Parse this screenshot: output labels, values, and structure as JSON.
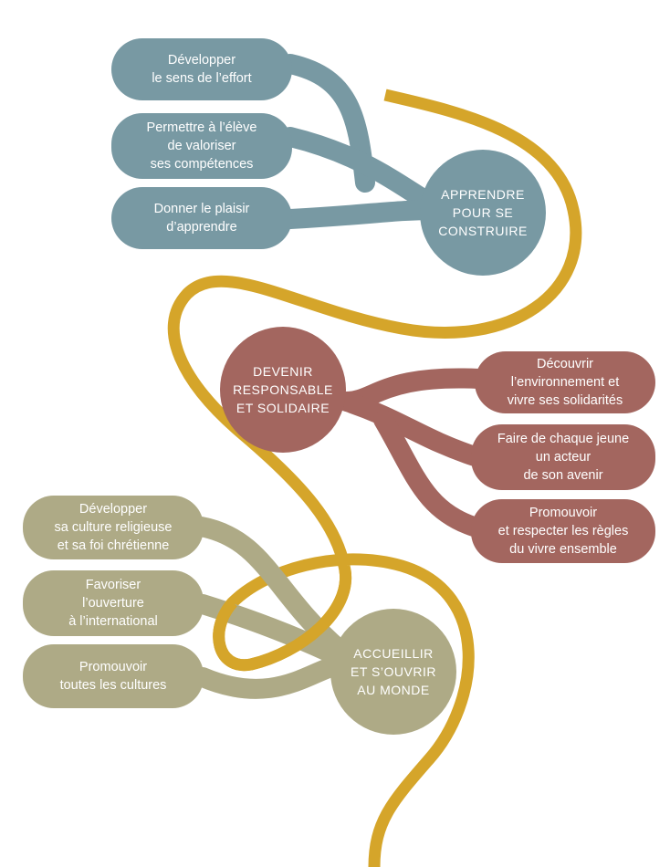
{
  "colors": {
    "ribbon": "#d5a52a",
    "blue": "#7899a3",
    "red": "#a3665f",
    "olive": "#aeaa86"
  },
  "groups": [
    {
      "id": "apprendre",
      "hub": "APPRENDRE\nPOUR SE\nCONSTRUIRE",
      "items": [
        "Développer\nle sens de l’effort",
        "Permettre à l’élève\nde valoriser\nses compétences",
        "Donner le plaisir\nd’apprendre"
      ]
    },
    {
      "id": "devenir",
      "hub": "DEVENIR\nRESPONSABLE\nET SOLIDAIRE",
      "items": [
        "Découvrir\nl’environnement et\nvivre ses solidarités",
        "Faire de chaque jeune\nun acteur\nde son avenir",
        "Promouvoir\net respecter les règles\ndu vivre ensemble"
      ]
    },
    {
      "id": "accueillir",
      "hub": "ACCUEILLIR\nET S’OUVRIR\nAU MONDE",
      "items": [
        "Développer\nsa culture religieuse\net sa foi chrétienne",
        "Favoriser\nl’ouverture\nà l’international",
        "Promouvoir\ntoutes les cultures"
      ]
    }
  ]
}
